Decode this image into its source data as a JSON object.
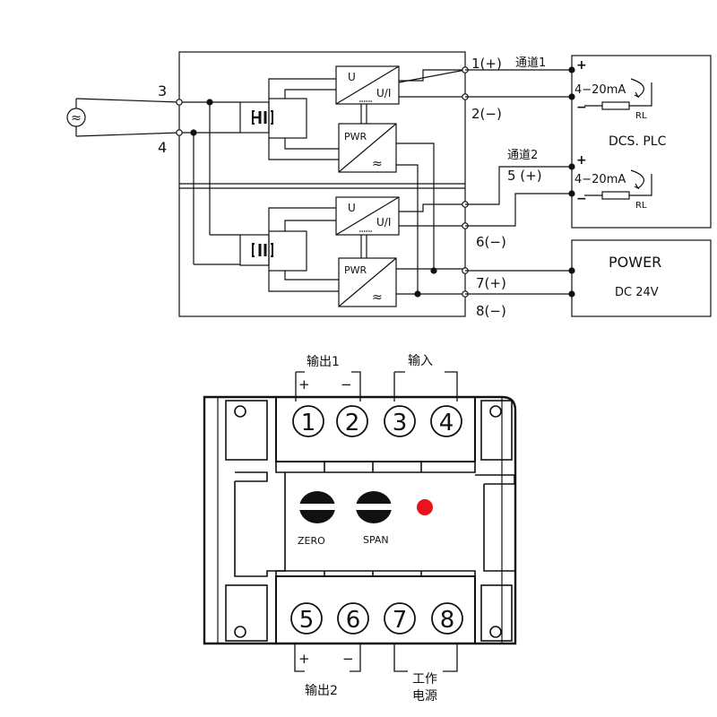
{
  "wiring": {
    "input_terminals": [
      "3",
      "4"
    ],
    "ac_symbol": "≈",
    "converter_top": {
      "u": "U",
      "ui": "U/I"
    },
    "converter_bottom": {
      "u": "U",
      "ui": "U/I"
    },
    "pwr_top": {
      "label": "PWR",
      "wave": "≈"
    },
    "pwr_bottom": {
      "label": "PWR",
      "wave": "≈"
    },
    "terminals": [
      "1(+)",
      "2(−)",
      "5 (+)",
      "6(−)",
      "7(+)",
      "8(−)"
    ],
    "channel1": "通道1",
    "channel2": "通道2",
    "plus": "+",
    "minus": "−",
    "loop_current": "4−20mA",
    "rl": "RL",
    "plc": "DCS. PLC",
    "power_title": "POWER",
    "power_value": "DC  24V"
  },
  "device": {
    "output1": "输出1",
    "input": "输入",
    "output2": "输出2",
    "work": "工作",
    "power": "电源",
    "plus": "+",
    "minus": "−",
    "top_terminals": [
      "1",
      "2",
      "3",
      "4"
    ],
    "bottom_terminals": [
      "5",
      "6",
      "7",
      "8"
    ],
    "zero": "ZERO",
    "span": "SPAN",
    "led_color": "#e8141c"
  }
}
